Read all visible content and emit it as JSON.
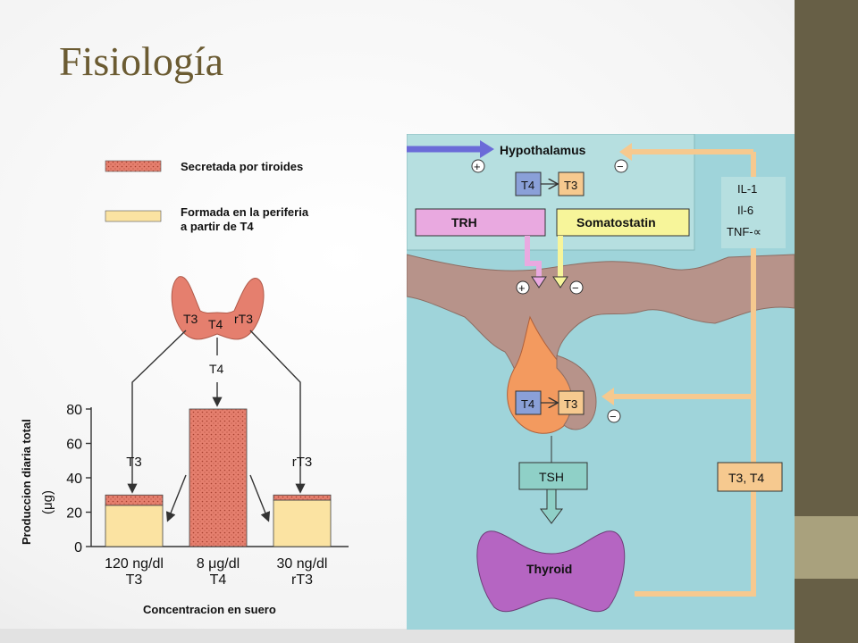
{
  "slide": {
    "title": "Fisiología"
  },
  "left_figure": {
    "legend": [
      {
        "label": "Secretada por tiroides"
      },
      {
        "label_line1": "Formada en la periferia",
        "label_line2": "a partir de T4"
      }
    ],
    "gland": {
      "t3": "T3",
      "t4": "T4",
      "rt3": "rT3",
      "output_t4": "T4"
    },
    "colors": {
      "secreted": "#e57f6e",
      "peripheral": "#fbe3a2"
    },
    "chart_data": {
      "type": "bar",
      "ylabel_line1": "Produccion diaria total",
      "ylabel_line2": "(μg)",
      "xlabel": "Concentracion en suero",
      "ylim": [
        0,
        80
      ],
      "yticks": [
        "0",
        "20",
        "40",
        "60",
        "80"
      ],
      "bars": [
        {
          "arrow_label": "T3",
          "secreted": 6,
          "peripheral": 24,
          "conc": "120 ng/dl",
          "hormone": "T3"
        },
        {
          "arrow_label": "",
          "secreted": 80,
          "peripheral": 0,
          "conc": "8 μg/dl",
          "hormone": "T4"
        },
        {
          "arrow_label": "rT3",
          "secreted": 3,
          "peripheral": 27,
          "conc": "30 ng/dl",
          "hormone": "rT3"
        }
      ]
    }
  },
  "right_figure": {
    "hypothalamus": "Hypothalamus",
    "hyp_t4": "T4",
    "hyp_t3": "T3",
    "trh": "TRH",
    "somatostatin": "Somatostatin",
    "cytokine_1": "IL-1",
    "cytokine_2": "Il-6",
    "cytokine_3": "TNF-∝",
    "pit_t4": "T4",
    "pit_t3": "T3",
    "tsh": "TSH",
    "thyroid": "Thyroid",
    "feedback": "T3, T4",
    "plus": "+",
    "minus": "−"
  }
}
